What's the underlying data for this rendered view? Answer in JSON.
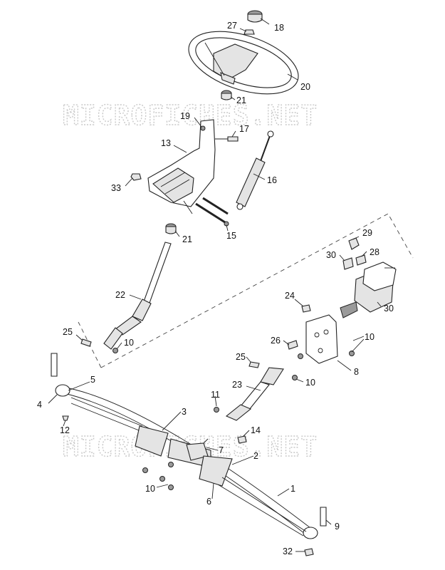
{
  "watermark": "MICROFICHES.NET",
  "colors": {
    "ink": "#111111",
    "watermark": "#c9c9c9",
    "background": "#ffffff"
  },
  "callouts": [
    {
      "id": "c1",
      "text": "1"
    },
    {
      "id": "c2",
      "text": "2"
    },
    {
      "id": "c3",
      "text": "3"
    },
    {
      "id": "c4",
      "text": "4"
    },
    {
      "id": "c5",
      "text": "5"
    },
    {
      "id": "c6",
      "text": "6"
    },
    {
      "id": "c7",
      "text": "7"
    },
    {
      "id": "c8",
      "text": "8"
    },
    {
      "id": "c9",
      "text": "9"
    },
    {
      "id": "c10a",
      "text": "10"
    },
    {
      "id": "c10b",
      "text": "10"
    },
    {
      "id": "c10c",
      "text": "10"
    },
    {
      "id": "c10d",
      "text": "10"
    },
    {
      "id": "c11",
      "text": "11"
    },
    {
      "id": "c12",
      "text": "12"
    },
    {
      "id": "c13",
      "text": "13"
    },
    {
      "id": "c14",
      "text": "14"
    },
    {
      "id": "c15",
      "text": "15"
    },
    {
      "id": "c16",
      "text": "16"
    },
    {
      "id": "c17",
      "text": "17"
    },
    {
      "id": "c18",
      "text": "18"
    },
    {
      "id": "c19",
      "text": "19"
    },
    {
      "id": "c20",
      "text": "20"
    },
    {
      "id": "c21a",
      "text": "21"
    },
    {
      "id": "c21b",
      "text": "21"
    },
    {
      "id": "c22",
      "text": "22"
    },
    {
      "id": "c23",
      "text": "23"
    },
    {
      "id": "c24",
      "text": "24"
    },
    {
      "id": "c25a",
      "text": "25"
    },
    {
      "id": "c25b",
      "text": "25"
    },
    {
      "id": "c26",
      "text": "26"
    },
    {
      "id": "c27",
      "text": "27"
    },
    {
      "id": "c28",
      "text": "28"
    },
    {
      "id": "c29",
      "text": "29"
    },
    {
      "id": "c30",
      "text": "30"
    },
    {
      "id": "c32",
      "text": "32"
    },
    {
      "id": "c33",
      "text": "33"
    }
  ]
}
